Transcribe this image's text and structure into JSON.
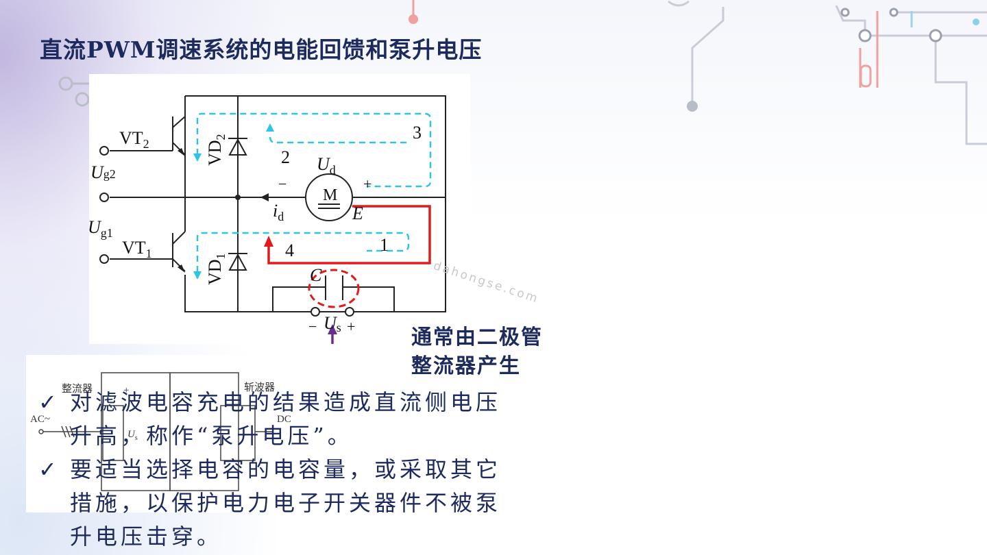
{
  "title": "直流PWM调速系统的电能回馈和泵升电压",
  "callout": {
    "line1": "通常由二极管",
    "line2": "整流器产生"
  },
  "watermark": "dahongse.com",
  "bullets": [
    {
      "check": "✓",
      "line1": "对滤波电容充电的结果造成直流侧电压",
      "line2": "升高，称作“泵升电压”。"
    },
    {
      "check": "✓",
      "line1": "要适当选择电容的电容量，或采取其它",
      "line2": "措施，以保护电力电子开关器件不被泵",
      "line3": "升电压击穿。"
    }
  ],
  "diagram": {
    "vt2": "VT",
    "vt2_sub": "2",
    "vt1": "VT",
    "vt1_sub": "1",
    "ug2": "U",
    "ug2_sub": "g2",
    "ug1": "U",
    "ug1_sub": "g1",
    "vd2": "VD",
    "vd2_sub": "2",
    "vd1": "VD",
    "vd1_sub": "1",
    "ud": "U",
    "ud_sub": "d",
    "motor": "M",
    "id": "i",
    "id_sub": "d",
    "e": "E",
    "c": "C",
    "us": "U",
    "us_sub": "s",
    "minus": "−",
    "plus": "+",
    "path1": "1",
    "path2": "2",
    "path3": "3",
    "path4": "4"
  },
  "circuit2": {
    "rectifier": "整流器",
    "chopper": "斩波器",
    "ac": "AC~",
    "dc": "DC",
    "us": "U",
    "us_sub": "s",
    "plus": "+"
  },
  "colors": {
    "title": "#1c2a5e",
    "red_path": "#e31a1a",
    "cyan_path": "#2ec4e6",
    "purple_arrow": "#6a2c91"
  }
}
